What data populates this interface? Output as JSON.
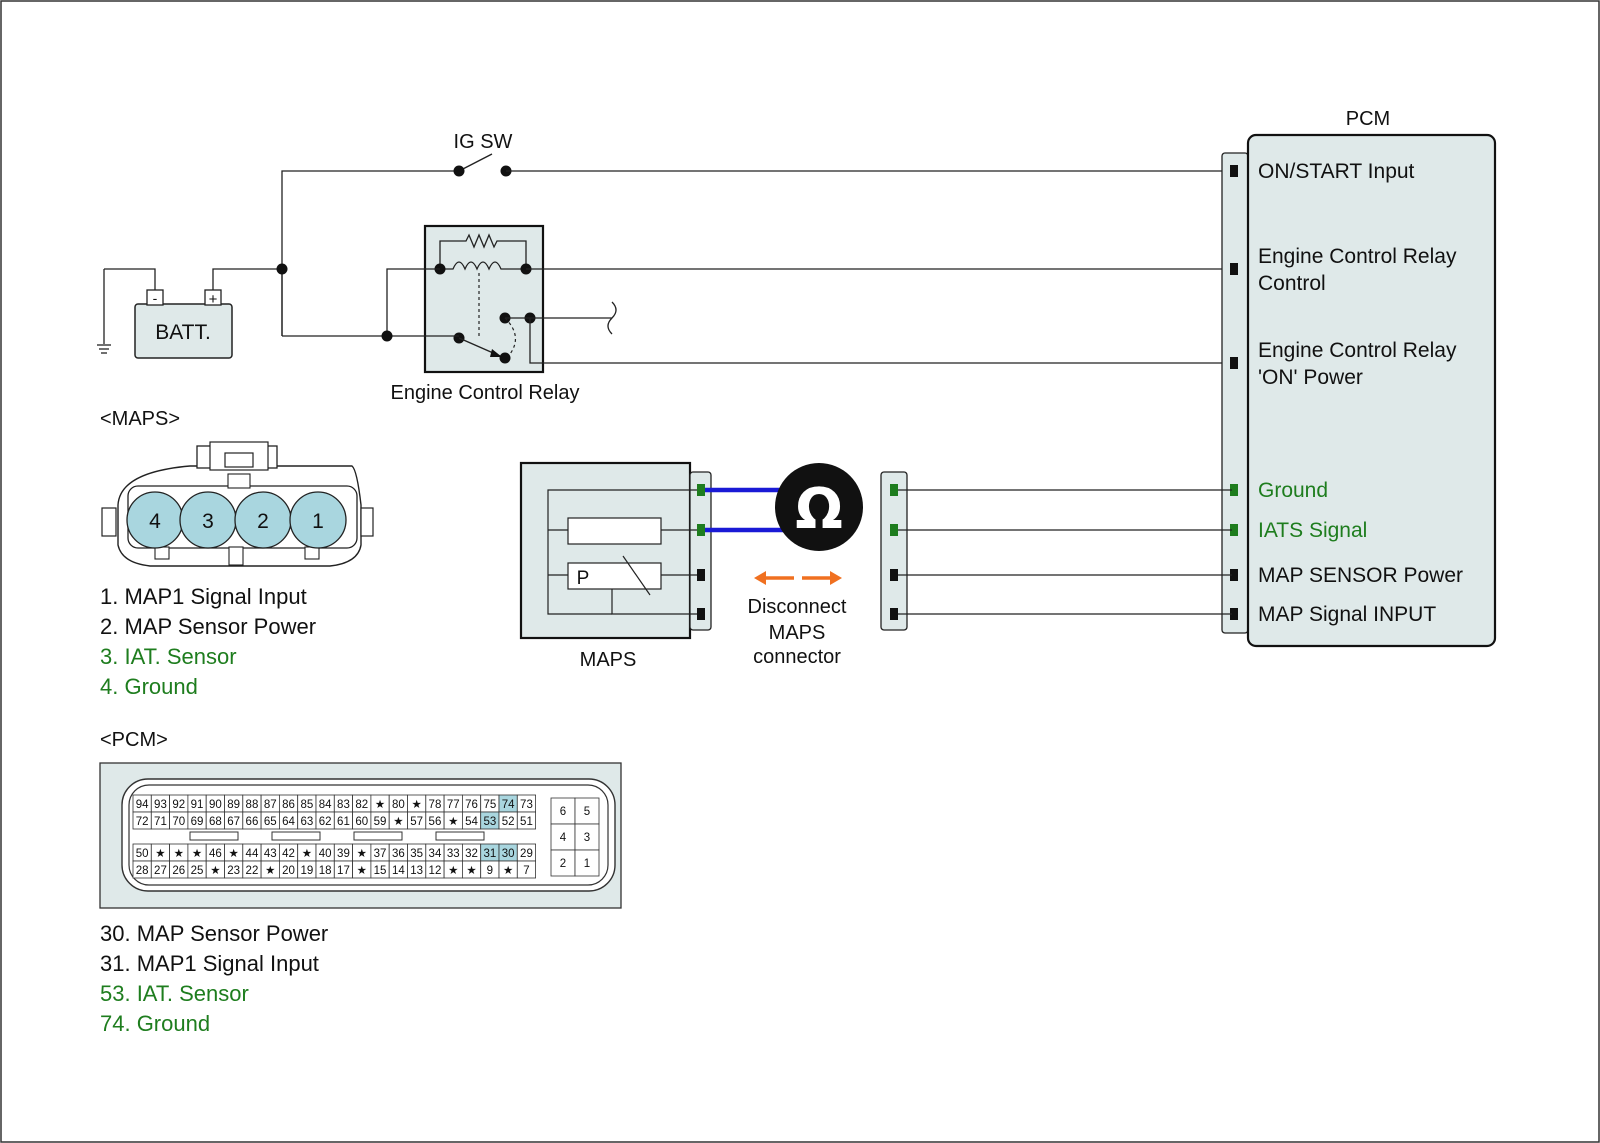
{
  "colors": {
    "green": "#1e7d1e",
    "wire": "#222222",
    "meter_lead": "#1a1ad6",
    "arrow": "#f07020",
    "highlight": "#a9d6df",
    "panel": "#dfe9e9"
  },
  "labels": {
    "ig_sw": "IG SW",
    "pcm": "PCM",
    "batt": "BATT.",
    "batt_minus": "-",
    "batt_plus": "+",
    "engine_control_relay": "Engine Control Relay",
    "maps_header": "<MAPS>",
    "pcm_header": "<PCM>",
    "maps": "MAPS",
    "sensor_p": "P",
    "ohm": "Ω",
    "disconnect_line1": "Disconnect",
    "disconnect_line2": "MAPS",
    "disconnect_line3": "connector"
  },
  "pcm_pins": [
    {
      "line1": "ON/START Input",
      "line2": "",
      "green": false
    },
    {
      "line1": "Engine Control Relay",
      "line2": "Control",
      "green": false
    },
    {
      "line1": "Engine Control Relay",
      "line2": "'ON' Power",
      "green": false
    },
    {
      "line1": "Ground",
      "line2": "",
      "green": true
    },
    {
      "line1": "IATS Signal",
      "line2": "",
      "green": true
    },
    {
      "line1": "MAP SENSOR Power",
      "line2": "",
      "green": false
    },
    {
      "line1": "MAP Signal  INPUT",
      "line2": "",
      "green": false
    }
  ],
  "maps_connector_pins": [
    "4",
    "3",
    "2",
    "1"
  ],
  "maps_pin_list": [
    {
      "text": "1. MAP1 Signal Input",
      "green": false
    },
    {
      "text": "2. MAP Sensor Power",
      "green": false
    },
    {
      "text": "3. IAT. Sensor",
      "green": true
    },
    {
      "text": "4. Ground",
      "green": true
    }
  ],
  "pcm_connector": {
    "rows": [
      [
        "94",
        "93",
        "92",
        "91",
        "90",
        "89",
        "88",
        "87",
        "86",
        "85",
        "84",
        "83",
        "82",
        "★",
        "80",
        "★",
        "78",
        "77",
        "76",
        "75",
        "74",
        "73"
      ],
      [
        "72",
        "71",
        "70",
        "69",
        "68",
        "67",
        "66",
        "65",
        "64",
        "63",
        "62",
        "61",
        "60",
        "59",
        "★",
        "57",
        "56",
        "★",
        "54",
        "53",
        "52",
        "51"
      ],
      [
        "50",
        "★",
        "★",
        "★",
        "46",
        "★",
        "44",
        "43",
        "42",
        "★",
        "40",
        "39",
        "★",
        "37",
        "36",
        "35",
        "34",
        "33",
        "32",
        "31",
        "30",
        "29"
      ],
      [
        "28",
        "27",
        "26",
        "25",
        "★",
        "23",
        "22",
        "★",
        "20",
        "19",
        "18",
        "17",
        "★",
        "15",
        "14",
        "13",
        "12",
        "★",
        "★",
        "9",
        "★",
        "7"
      ]
    ],
    "highlighted": [
      "74",
      "53",
      "31",
      "30"
    ],
    "side_rows": [
      [
        "6",
        "5"
      ],
      [
        "4",
        "3"
      ],
      [
        "2",
        "1"
      ]
    ]
  },
  "pcm_pin_list": [
    {
      "text": "30. MAP Sensor Power",
      "green": false
    },
    {
      "text": "31. MAP1 Signal Input",
      "green": false
    },
    {
      "text": "53. IAT. Sensor",
      "green": true
    },
    {
      "text": "74. Ground",
      "green": true
    }
  ]
}
